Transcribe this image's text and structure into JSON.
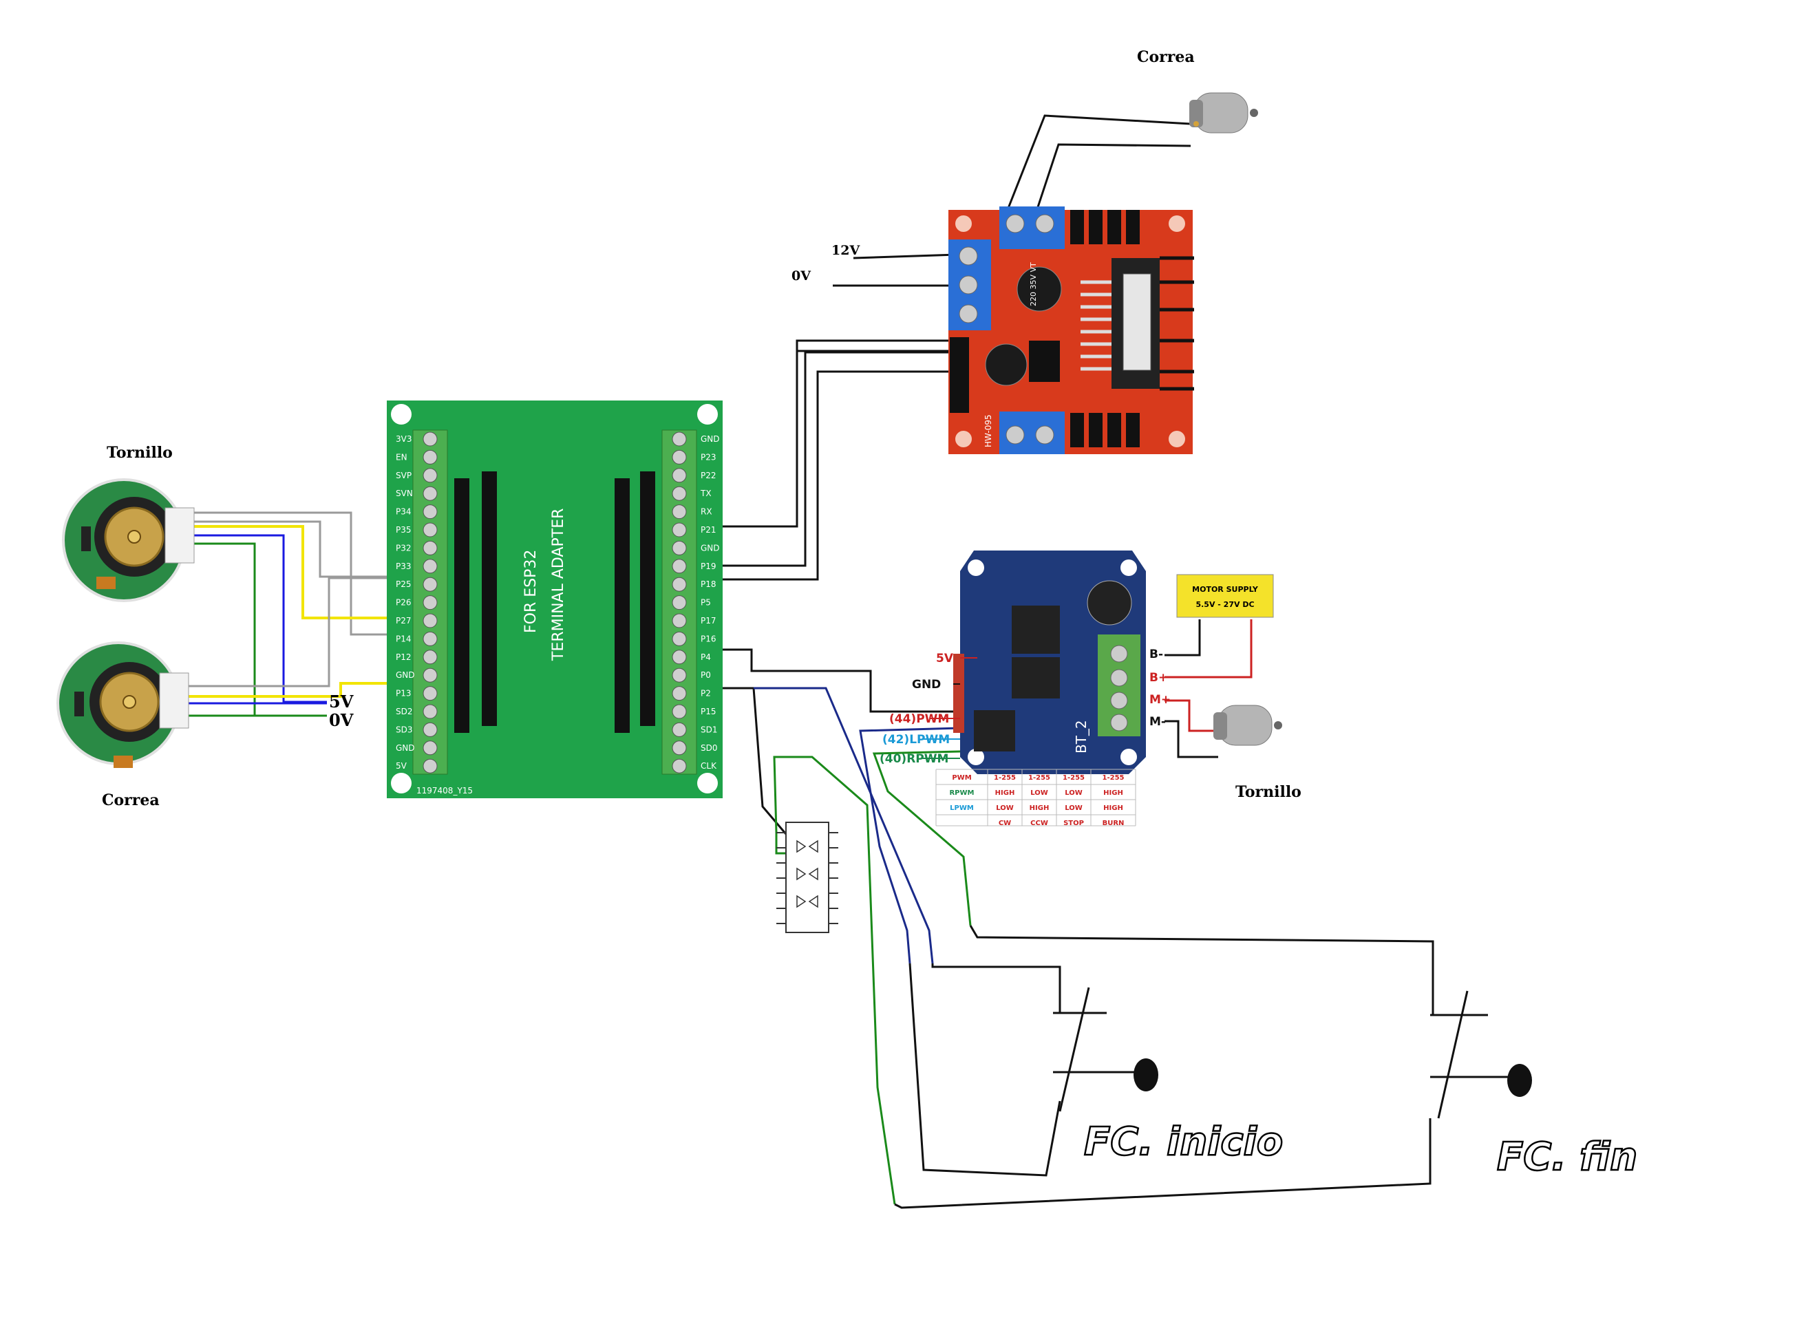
{
  "labels": {
    "correa_top": "Correa",
    "tornillo_left": "Tornillo",
    "correa_left": "Correa",
    "tornillo_right": "Tornillo",
    "v12": "12V",
    "v0_top": "0V",
    "v5_left": "5V",
    "v0_left": "0V",
    "fc_inicio": "FC. inicio",
    "fc_fin": "FC. fin"
  },
  "esp32_board": {
    "title_line1": "FOR ESP32",
    "title_line2": "TERMINAL ADAPTER",
    "part_code": "1197408_Y15",
    "left_pins": [
      "3V3",
      "EN",
      "SVP",
      "SVN",
      "P34",
      "P35",
      "P32",
      "P33",
      "P25",
      "P26",
      "P27",
      "P14",
      "P12",
      "GND",
      "P13",
      "SD2",
      "SD3",
      "GND",
      "5V"
    ],
    "right_pins": [
      "GND",
      "P23",
      "P22",
      "TX",
      "RX",
      "P21",
      "GND",
      "P19",
      "P18",
      "P5",
      "P17",
      "P16",
      "P4",
      "P0",
      "P2",
      "P15",
      "SD1",
      "SD0",
      "CLK"
    ]
  },
  "l298n": {
    "board_label": "HW-095",
    "cap_label": "220 35V VT"
  },
  "bts_driver": {
    "supply_line1": "MOTOR SUPPLY",
    "supply_line2": "5.5V - 27V DC",
    "board_label": "BT_2",
    "terminals": [
      "B-",
      "B+",
      "M+",
      "M-"
    ],
    "signals": [
      "5V",
      "GND",
      "(44)PWM",
      "(42)LPWM",
      "(40)RPWM"
    ],
    "truth_table": {
      "rows": [
        [
          "PWM",
          "1-255",
          "1-255",
          "1-255",
          "1-255"
        ],
        [
          "RPWM",
          "HIGH",
          "LOW",
          "LOW",
          "HIGH"
        ],
        [
          "LPWM",
          "LOW",
          "HIGH",
          "LOW",
          "HIGH"
        ],
        [
          "",
          "CW",
          "CCW",
          "STOP",
          "BURN"
        ]
      ]
    }
  },
  "colors": {
    "esp_board": "#1fa34a",
    "terminal_green": "#4caf50",
    "l298n_board": "#d83a1c",
    "terminal_blue": "#2a6fd6",
    "bts_board": "#1f3a7a",
    "supply_box": "#f4e22a",
    "wire_yellow": "#f2e400",
    "wire_blue": "#1a1ae0",
    "wire_green": "#1a8a1a",
    "wire_gray": "#9a9a9a",
    "wire_black": "#111111",
    "wire_red": "#cc2222",
    "wire_navy": "#1a2a8a"
  }
}
